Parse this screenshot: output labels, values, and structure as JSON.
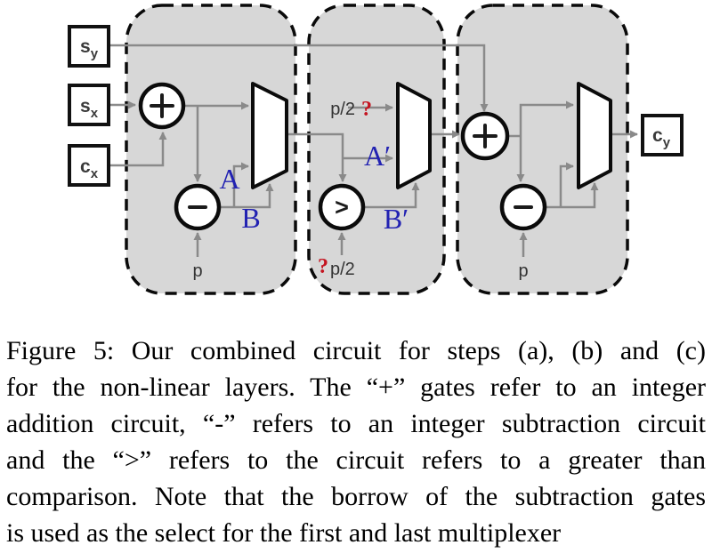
{
  "figure": {
    "type": "circuit-diagram",
    "io": {
      "sy": {
        "base": "s",
        "sub": "y"
      },
      "sx": {
        "base": "s",
        "sub": "x"
      },
      "cx": {
        "base": "c",
        "sub": "x"
      },
      "cy": {
        "base": "c",
        "sub": "y"
      }
    },
    "gates": {
      "add": "+",
      "subtract": "-",
      "greater_than": ">"
    },
    "labels": {
      "A": "A",
      "B": "B",
      "A_prime": "A′",
      "B_prime": "B′",
      "p": "p",
      "p_half": "p/2",
      "question": "?"
    },
    "colors": {
      "block_fill": "#d7d7d7",
      "wire_gray": "#8a8a8a",
      "label_blue": "#2222b2",
      "question_red": "#c41420",
      "stroke_black": "#0b0b0b"
    },
    "blocks": [
      "step-a",
      "step-b",
      "step-c"
    ]
  },
  "caption": {
    "lines": [
      "Figure 5: Our combined circuit for steps (a), (b) and (c)",
      "for the non-linear layers. The “+” gates refer to an integer",
      "addition circuit, “-” refers to an integer subtraction circuit",
      "and the “>” refers to the circuit refers to a greater than",
      "comparison. Note that the borrow of the subtraction gates",
      "is used as the select for the first and last multiplexer"
    ]
  }
}
